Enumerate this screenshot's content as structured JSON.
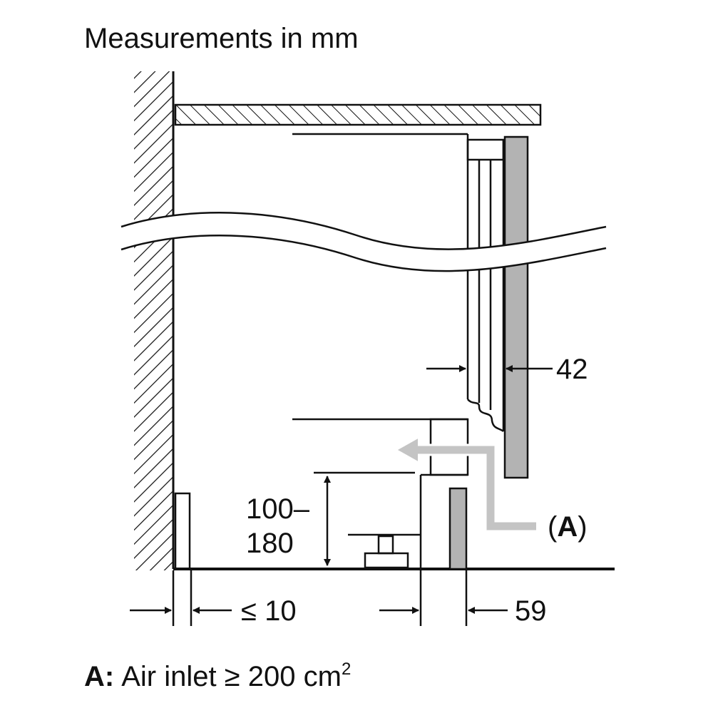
{
  "title": "Measurements in mm",
  "dimensions": {
    "gap_front": "42",
    "plinth_height_line1": "100–",
    "plinth_height_line2": "180",
    "wall_gap": "≤ 10",
    "plinth_depth": "59"
  },
  "callout": {
    "label": "A",
    "open_paren": "(",
    "close_paren": ")"
  },
  "legend": {
    "key": "A:",
    "text": "Air inlet ≥ 200 cm",
    "superscript": "2"
  },
  "colors": {
    "line": "#111111",
    "grey_panel": "#b3b3b3",
    "air_arrow": "#c4c4c4"
  }
}
